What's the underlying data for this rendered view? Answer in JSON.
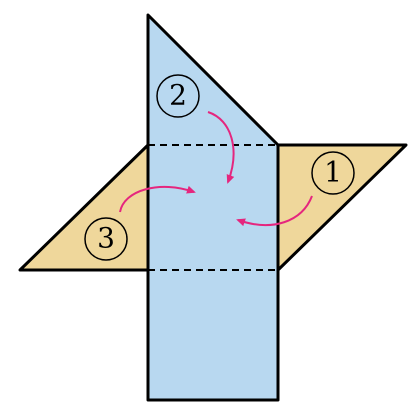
{
  "colors": {
    "center_panel": "#b8d8f0",
    "side_flaps": "#efd79b",
    "outline": "#000000",
    "arrows": "#e5267e"
  },
  "labels": {
    "flap1": "1",
    "flap2": "2",
    "flap3": "3"
  }
}
